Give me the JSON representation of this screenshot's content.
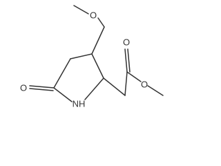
{
  "molecule": {
    "atoms": {
      "o_ether_top": "O",
      "o_carbonyl_lactam": "O",
      "n_lactam": "NH",
      "o_carbonyl_ester": "O",
      "o_ester": "O"
    }
  },
  "colors": {
    "ink": "#333333",
    "background": "#ffffff"
  }
}
